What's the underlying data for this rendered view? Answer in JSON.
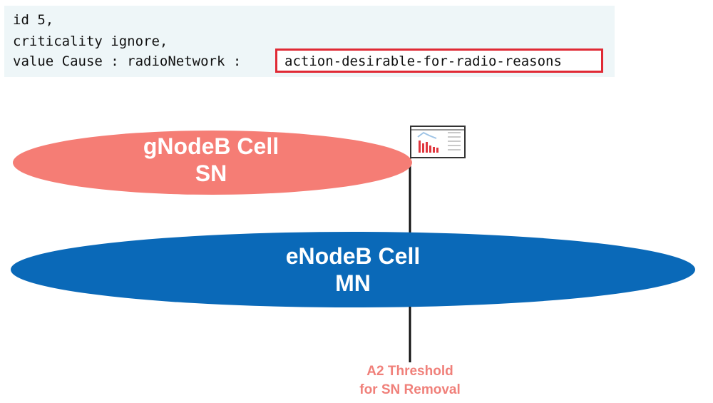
{
  "code": {
    "line1": "id 5,",
    "line2": "criticality ignore,",
    "line3_prefix": "value Cause : radioNetwork : ",
    "line3_highlight": "action-desirable-for-radio-reasons"
  },
  "diagram": {
    "gnodeb": {
      "title": "gNodeB Cell",
      "role": "SN",
      "color": "#f57d75"
    },
    "enodeb": {
      "title": "eNodeB Cell",
      "role": "MN",
      "color": "#0a69b8"
    },
    "threshold": {
      "line1": "A2 Threshold",
      "line2": "for SN Removal",
      "color": "#f0807a"
    },
    "measurement_icon": "chart-report-icon",
    "highlight_color": "#e02a35"
  }
}
